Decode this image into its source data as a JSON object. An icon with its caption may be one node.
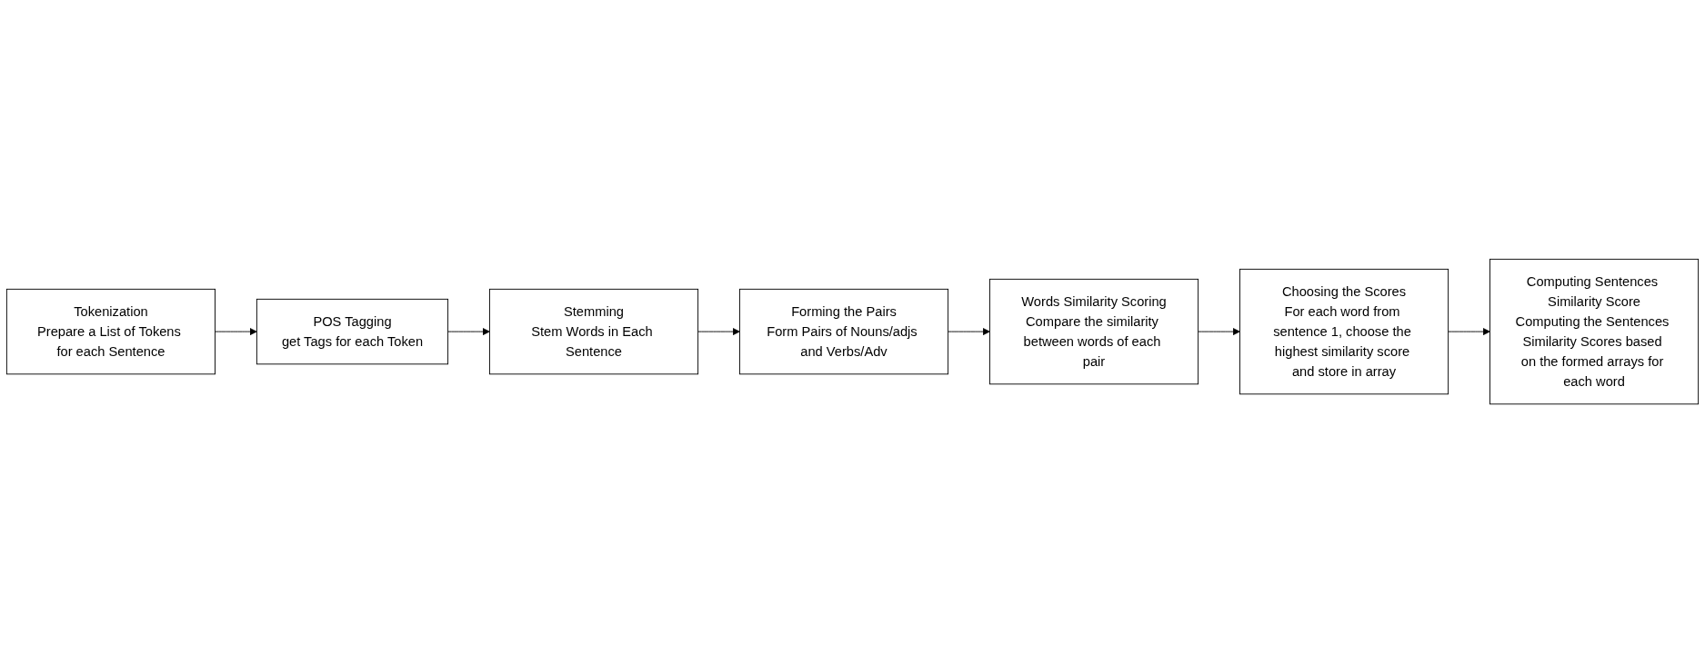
{
  "diagram": {
    "nodes": [
      {
        "text": [
          "Tokenization",
          "Prepare a List of Tokens for each Sentence"
        ]
      },
      {
        "text": [
          "POS Tagging",
          "get Tags for each Token"
        ]
      },
      {
        "text": [
          "Stemming",
          "Stem Words in Each Sentence"
        ]
      },
      {
        "text": [
          "Forming the Pairs",
          "Form Pairs of Nouns/adjs and Verbs/Adv"
        ]
      },
      {
        "text": [
          "Words Similarity Scoring",
          "Compare the similarity between words of each pair"
        ]
      },
      {
        "text": [
          "Choosing the Scores",
          "For each word from sentence 1, choose the highest similarity score and store in array"
        ]
      },
      {
        "text": [
          "Computing Sentences Similarity Score",
          "Computing the Sentences Similarity Scores based on the formed arrays for each word"
        ]
      }
    ],
    "edges": [
      {
        "from": 0,
        "to": 1,
        "arrow": "to"
      },
      {
        "from": 1,
        "to": 2,
        "arrow": "to"
      },
      {
        "from": 2,
        "to": 3,
        "arrow": "to"
      },
      {
        "from": 3,
        "to": 4,
        "arrow": "to"
      },
      {
        "from": 4,
        "to": 5,
        "arrow": "to"
      },
      {
        "from": 5,
        "to": 6,
        "arrow": "to"
      }
    ]
  }
}
